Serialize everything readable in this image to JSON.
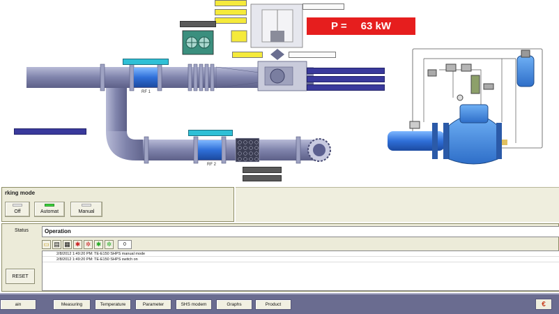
{
  "power": {
    "label": "P =",
    "value": "63 kW"
  },
  "diagram": {
    "flow_labels": {
      "fm1": "RF 1",
      "fm2": "RF 2"
    }
  },
  "working_mode": {
    "title": "rking mode",
    "buttons": [
      {
        "label": "Off",
        "active": false
      },
      {
        "label": "Automat",
        "active": true
      },
      {
        "label": "Manual",
        "active": false
      }
    ]
  },
  "status": {
    "label": "Status",
    "value": "Operation",
    "log_counter": "0",
    "log": [
      "2/8/2012 1:49:20 PM: TE-E150 SHPS manual mode",
      "2/8/2012 1:49:20 PM: TE-E150 SHPS switch on"
    ]
  },
  "reset_label": "RESET",
  "bottom_tabs": [
    "ain",
    "Measuring",
    "Temperature",
    "Parameter",
    "SHS modem",
    "Graphs",
    "Product"
  ],
  "colors": {
    "pipe": "#8f93b8",
    "valve": "#3a7fd6",
    "display": "#e61e1e",
    "panel": "#ecebd9"
  }
}
